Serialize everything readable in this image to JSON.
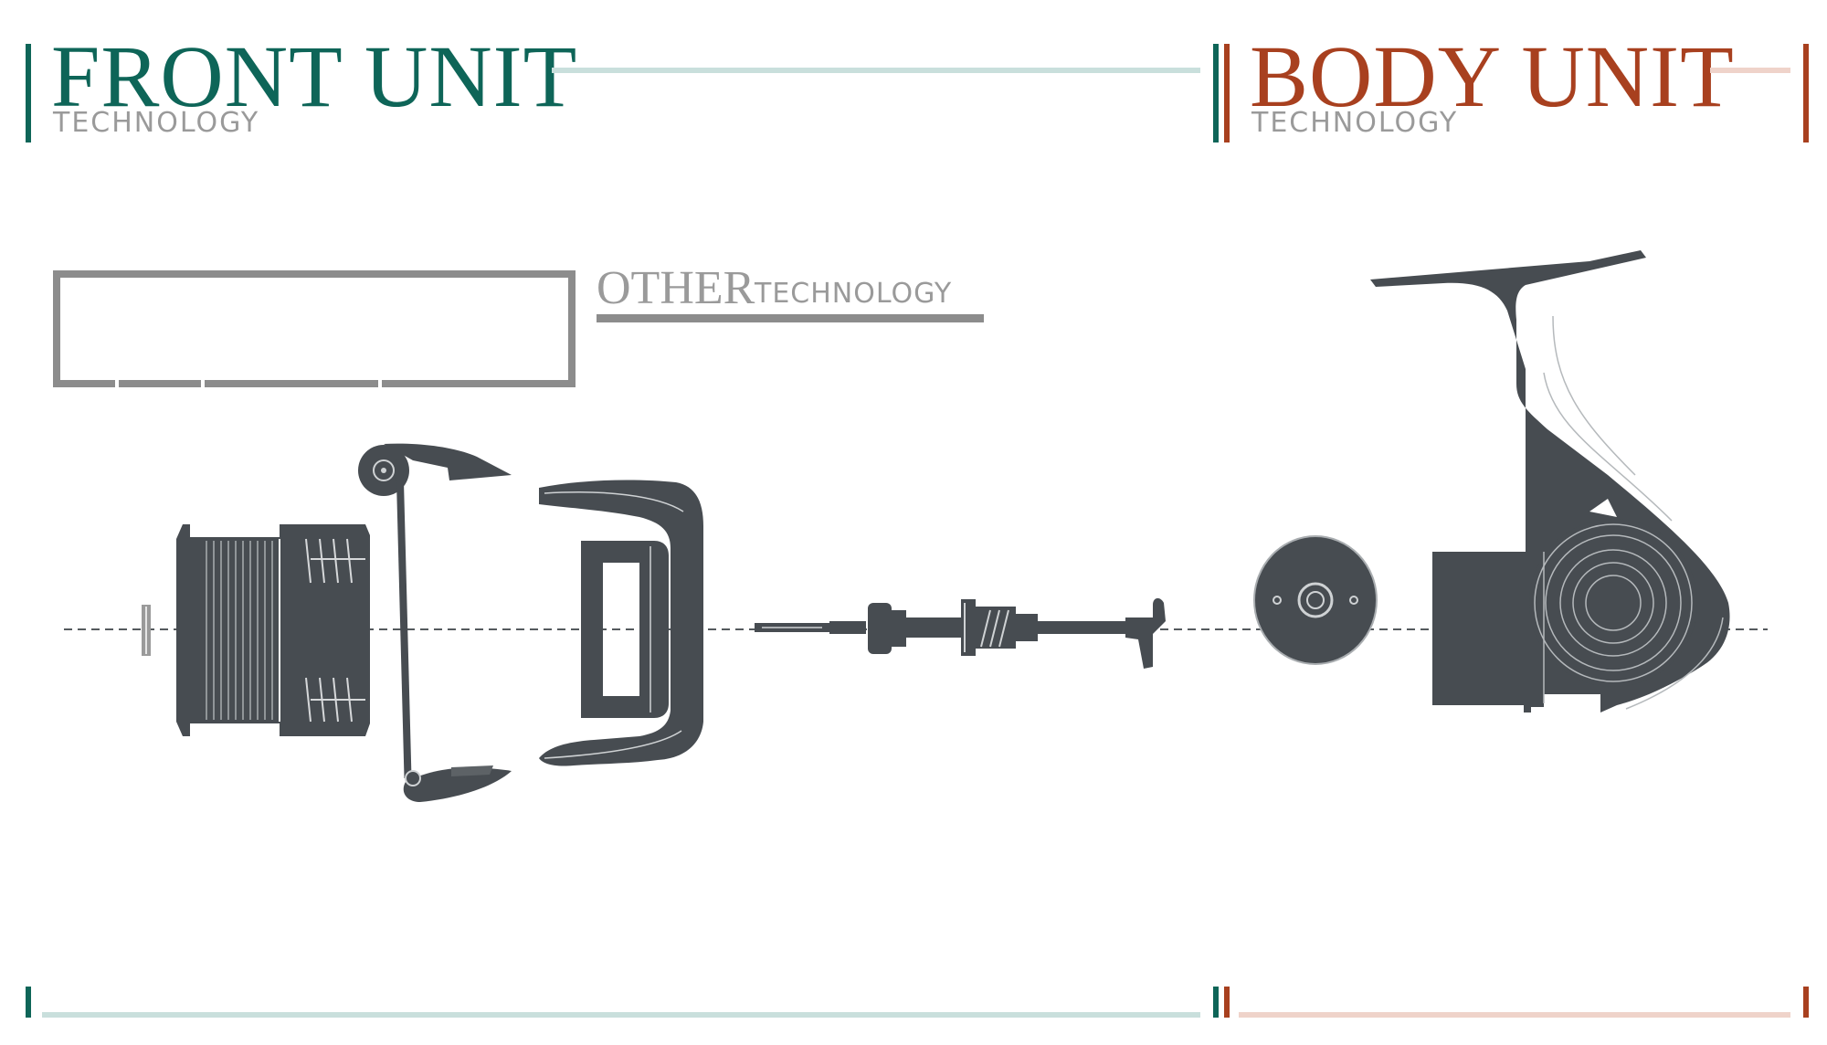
{
  "front_unit": {
    "title": "FRONT UNIT",
    "subtitle": "TECHNOLOGY"
  },
  "body_unit": {
    "title": "BODY UNIT",
    "subtitle": "TECHNOLOGY"
  },
  "other": {
    "title": "OTHER",
    "subtitle": "TECHNOLOGY"
  },
  "colors": {
    "front_accent": "#0e6558",
    "front_line": "#c9dfdc",
    "body_accent": "#a8401f",
    "body_line": "#efd3ca",
    "part_fill": "#474c51",
    "box_gray": "#8c8c8c",
    "text_gray": "#9a9a9a"
  },
  "parts": [
    {
      "name": "spool-washer",
      "icon": "washer-icon"
    },
    {
      "name": "spool",
      "icon": "spool-icon"
    },
    {
      "name": "bail-arm",
      "icon": "bail-icon"
    },
    {
      "name": "rotor",
      "icon": "rotor-icon"
    },
    {
      "name": "pinion-gear-shaft",
      "icon": "shaft-icon"
    },
    {
      "name": "side-cap",
      "icon": "side-cap-icon"
    },
    {
      "name": "reel-body",
      "icon": "reel-body-icon"
    }
  ]
}
